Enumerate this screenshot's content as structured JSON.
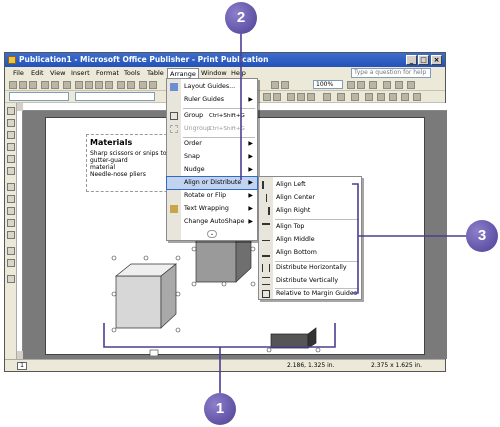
{
  "window": {
    "title": "Publication1 - Microsoft Office Publisher - Print Publication"
  },
  "menubar": {
    "items": [
      "File",
      "Edit",
      "View",
      "Insert",
      "Format",
      "Tools",
      "Table",
      "Arrange",
      "Window",
      "Help"
    ],
    "help_placeholder": "Type a question for help"
  },
  "toolbar": {
    "zoom": "100%"
  },
  "textframe": {
    "title": "Materials",
    "lines": [
      "Sharp scissors or snips to cut",
      "gutter-guard",
      "material",
      "Needle-nose pliers"
    ]
  },
  "arrange_menu": {
    "items": [
      {
        "label": "Layout Guides...",
        "shortcut": ""
      },
      {
        "label": "Ruler Guides",
        "shortcut": ""
      },
      {
        "label": "Group",
        "shortcut": "Ctrl+Shift+G"
      },
      {
        "label": "Ungroup",
        "shortcut": "Ctrl+Shift+G"
      },
      {
        "label": "Order",
        "shortcut": ""
      },
      {
        "label": "Snap",
        "shortcut": ""
      },
      {
        "label": "Nudge",
        "shortcut": ""
      },
      {
        "label": "Align or Distribute",
        "shortcut": ""
      },
      {
        "label": "Rotate or Flip",
        "shortcut": ""
      },
      {
        "label": "Text Wrapping",
        "shortcut": ""
      },
      {
        "label": "Change AutoShape",
        "shortcut": ""
      }
    ]
  },
  "align_menu": {
    "items": [
      "Align Left",
      "Align Center",
      "Align Right",
      "Align Top",
      "Align Middle",
      "Align Bottom",
      "Distribute Horizontally",
      "Distribute Vertically",
      "Relative to Margin Guides"
    ]
  },
  "status": {
    "page": "1",
    "position": "2.186, 1.325 in.",
    "size": "2.375 x 1.625 in."
  },
  "callouts": [
    "1",
    "2",
    "3"
  ],
  "colors": {
    "titlebar": "#2452b8",
    "callout": "#5a4aa8",
    "highlight": "#c2d3f0"
  }
}
